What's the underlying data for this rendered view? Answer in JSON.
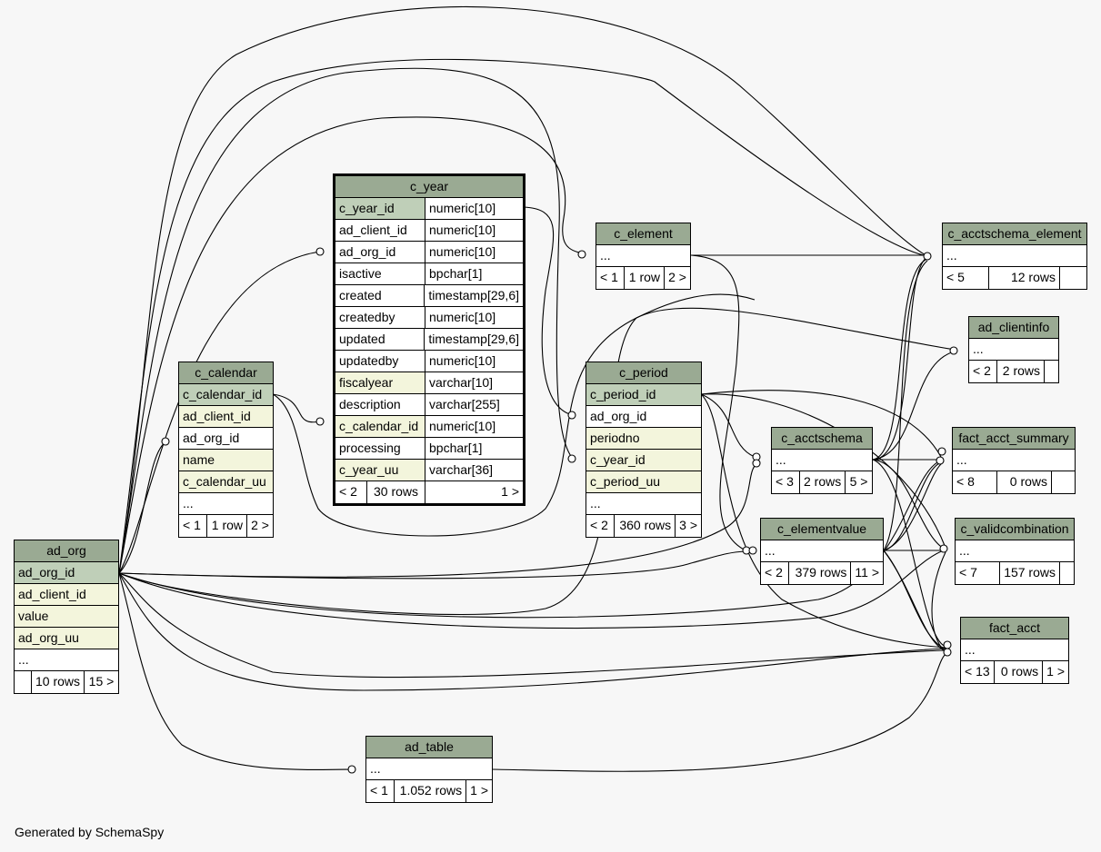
{
  "footer": "Generated by SchemaSpy",
  "tables": {
    "c_year": {
      "name": "c_year",
      "columns": [
        {
          "name": "c_year_id",
          "type": "numeric[10]",
          "kind": "pk"
        },
        {
          "name": "ad_client_id",
          "type": "numeric[10]",
          "kind": "plain"
        },
        {
          "name": "ad_org_id",
          "type": "numeric[10]",
          "kind": "plain"
        },
        {
          "name": "isactive",
          "type": "bpchar[1]",
          "kind": "plain"
        },
        {
          "name": "created",
          "type": "timestamp[29,6]",
          "kind": "plain"
        },
        {
          "name": "createdby",
          "type": "numeric[10]",
          "kind": "plain"
        },
        {
          "name": "updated",
          "type": "timestamp[29,6]",
          "kind": "plain"
        },
        {
          "name": "updatedby",
          "type": "numeric[10]",
          "kind": "plain"
        },
        {
          "name": "fiscalyear",
          "type": "varchar[10]",
          "kind": "fk"
        },
        {
          "name": "description",
          "type": "varchar[255]",
          "kind": "plain"
        },
        {
          "name": "c_calendar_id",
          "type": "numeric[10]",
          "kind": "fk"
        },
        {
          "name": "processing",
          "type": "bpchar[1]",
          "kind": "plain"
        },
        {
          "name": "c_year_uu",
          "type": "varchar[36]",
          "kind": "fk"
        }
      ],
      "footer": {
        "left": "< 2",
        "rows": "30 rows",
        "right": "1 >"
      }
    },
    "c_calendar": {
      "name": "c_calendar",
      "columns": [
        {
          "name": "c_calendar_id",
          "kind": "pk"
        },
        {
          "name": "ad_client_id",
          "kind": "fk"
        },
        {
          "name": "ad_org_id",
          "kind": "plain"
        },
        {
          "name": "name",
          "kind": "fk"
        },
        {
          "name": "c_calendar_uu",
          "kind": "fk"
        },
        {
          "name": "...",
          "kind": "plain"
        }
      ],
      "footer": {
        "left": "< 1",
        "rows": "1 row",
        "right": "2 >"
      }
    },
    "ad_org": {
      "name": "ad_org",
      "columns": [
        {
          "name": "ad_org_id",
          "kind": "pk"
        },
        {
          "name": "ad_client_id",
          "kind": "fk"
        },
        {
          "name": "value",
          "kind": "fk"
        },
        {
          "name": "ad_org_uu",
          "kind": "fk"
        },
        {
          "name": "...",
          "kind": "plain"
        }
      ],
      "footer": {
        "left": "",
        "rows": "10 rows",
        "right": "15 >"
      }
    },
    "c_element": {
      "name": "c_element",
      "columns": [
        {
          "name": "...",
          "kind": "plain"
        }
      ],
      "footer": {
        "left": "< 1",
        "rows": "1 row",
        "right": "2 >"
      }
    },
    "c_period": {
      "name": "c_period",
      "columns": [
        {
          "name": "c_period_id",
          "kind": "pk"
        },
        {
          "name": "ad_org_id",
          "kind": "plain"
        },
        {
          "name": "periodno",
          "kind": "fk"
        },
        {
          "name": "c_year_id",
          "kind": "fk"
        },
        {
          "name": "c_period_uu",
          "kind": "fk"
        },
        {
          "name": "...",
          "kind": "plain"
        }
      ],
      "footer": {
        "left": "< 2",
        "rows": "360 rows",
        "right": "3 >"
      }
    },
    "c_acctschema_element": {
      "name": "c_acctschema_element",
      "columns": [
        {
          "name": "...",
          "kind": "plain"
        }
      ],
      "footer": {
        "left": "< 5",
        "rows": "12 rows",
        "right": ""
      }
    },
    "ad_clientinfo": {
      "name": "ad_clientinfo",
      "columns": [
        {
          "name": "...",
          "kind": "plain"
        }
      ],
      "footer": {
        "left": "< 2",
        "rows": "2 rows",
        "right": ""
      }
    },
    "c_acctschema": {
      "name": "c_acctschema",
      "columns": [
        {
          "name": "...",
          "kind": "plain"
        }
      ],
      "footer": {
        "left": "< 3",
        "rows": "2 rows",
        "right": "5 >"
      }
    },
    "fact_acct_summary": {
      "name": "fact_acct_summary",
      "columns": [
        {
          "name": "...",
          "kind": "plain"
        }
      ],
      "footer": {
        "left": "< 8",
        "rows": "0 rows",
        "right": ""
      }
    },
    "c_elementvalue": {
      "name": "c_elementvalue",
      "columns": [
        {
          "name": "...",
          "kind": "plain"
        }
      ],
      "footer": {
        "left": "< 2",
        "rows": "379 rows",
        "right": "11 >"
      }
    },
    "c_validcombination": {
      "name": "c_validcombination",
      "columns": [
        {
          "name": "...",
          "kind": "plain"
        }
      ],
      "footer": {
        "left": "< 7",
        "rows": "157 rows",
        "right": ""
      }
    },
    "fact_acct": {
      "name": "fact_acct",
      "columns": [
        {
          "name": "...",
          "kind": "plain"
        }
      ],
      "footer": {
        "left": "< 13",
        "rows": "0 rows",
        "right": "1 >"
      }
    },
    "ad_table": {
      "name": "ad_table",
      "columns": [
        {
          "name": "...",
          "kind": "plain"
        }
      ],
      "footer": {
        "left": "< 1",
        "rows": "1.052 rows",
        "right": "1 >"
      }
    }
  }
}
